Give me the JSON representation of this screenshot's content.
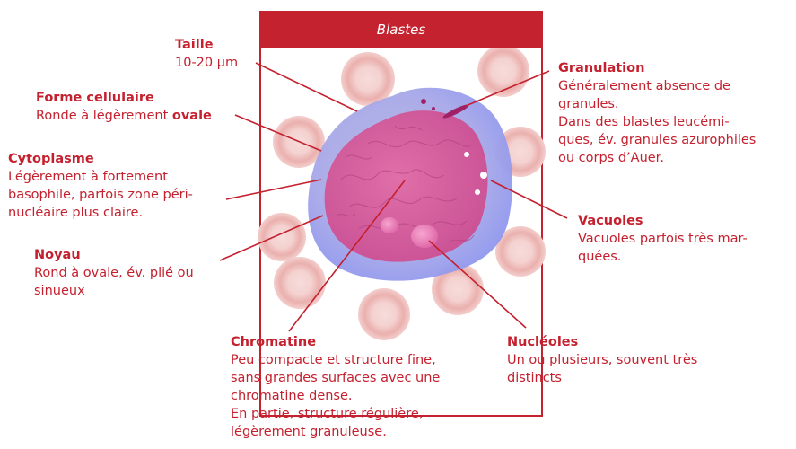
{
  "title": "Blastes",
  "labels": {
    "taille": {
      "head": "Taille",
      "body": "10-20 µm"
    },
    "forme": {
      "head": "Forme cellulaire",
      "body_pre": "Ronde à légèrement ",
      "body_bold": "ovale"
    },
    "cytoplasme": {
      "head": "Cytoplasme",
      "body": "Légèrement à fortement\nbasophile, parfois zone péri-\nnucléaire plus claire."
    },
    "noyau": {
      "head": "Noyau",
      "body": "Rond à ovale, év. plié ou\nsinueux"
    },
    "chromatine": {
      "head": "Chromatine",
      "body": "Peu compacte et structure fine,\nsans grandes surfaces avec une\nchromatine dense.\nEn partie, structure régulière,\nlégèrement granuleuse."
    },
    "nucleoles": {
      "head": "Nucléoles",
      "body": "Un ou plusieurs, souvent très\ndistincts"
    },
    "vacuoles": {
      "head": "Vacuoles",
      "body": "Vacuoles parfois très mar-\nquées."
    },
    "granulation": {
      "head": "Granulation",
      "body": "Généralement absence de\ngranules.\nDans des blastes leucémi-\nques, év. granules azurophiles\nou corps d’Auer."
    }
  },
  "colors": {
    "accent": "#c4222f",
    "cytoplasm": "#9aa0e6",
    "nucleus": "#d25ea0",
    "rbc": "#f2c6c4"
  }
}
